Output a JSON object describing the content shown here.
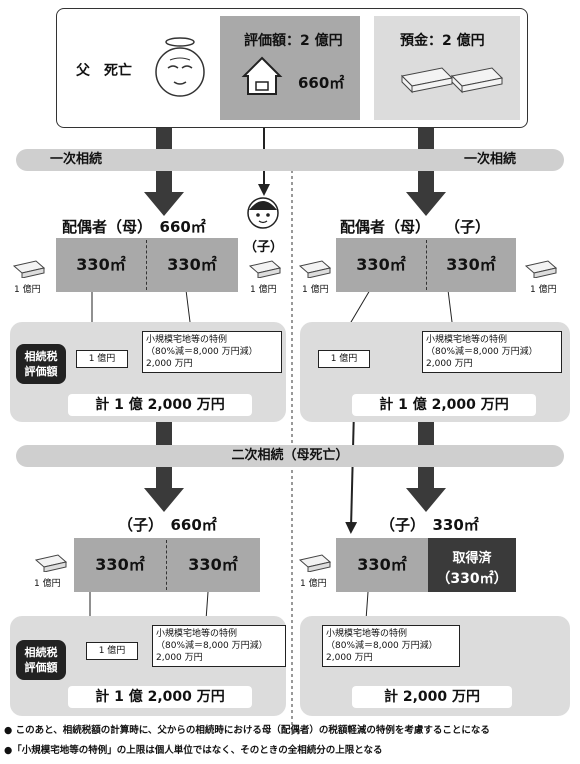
{
  "top": {
    "father_label": "父　死亡",
    "land_label": "評価額：2 億円",
    "land_area": "660㎡",
    "deposit_label": "預金：2 億円"
  },
  "bands": {
    "first_left": "一次相続",
    "first_right": "一次相続",
    "second": "二次相続（母死亡）"
  },
  "first": {
    "left_title": "配偶者（母）　660㎡",
    "child_label": "（子）",
    "right_title": "配偶者（母）　　（子）",
    "cell_left_a": "330㎡",
    "cell_left_b": "330㎡",
    "cell_right_a": "330㎡",
    "cell_right_b": "330㎡",
    "deposit_1": "1 億円",
    "deposit_2": "1 億円",
    "deposit_3": "1 億円",
    "deposit_4": "1 億円",
    "zei_label_1": "相続税",
    "zei_label_2": "評価額",
    "val_left": "1 億円",
    "val_right": "1 億円",
    "tokurei_l1": "小規模宅地等の特例",
    "tokurei_l2": "（80%減＝8,000 万円減）",
    "tokurei_l3": "2,000 万円",
    "tokurei_r1": "小規模宅地等の特例",
    "tokurei_r2": "（80%減＝8,000 万円減）",
    "tokurei_r3": "2,000 万円",
    "total_left": "計 1 億 2,000 万円",
    "total_right": "計 1 億 2,000 万円"
  },
  "second": {
    "left_title": "（子）　660㎡",
    "right_title": "（子）　330㎡",
    "cell_left_a": "330㎡",
    "cell_left_b": "330㎡",
    "cell_right_a": "330㎡",
    "acquired_1": "取得済",
    "acquired_2": "（330㎡）",
    "deposit_left": "1 億円",
    "deposit_right": "1 億円",
    "zei_label_1": "相続税",
    "zei_label_2": "評価額",
    "val_left": "1 億円",
    "tokurei_l1": "小規模宅地等の特例",
    "tokurei_l2": "（80%減＝8,000 万円減）",
    "tokurei_l3": "2,000 万円",
    "tokurei_r1": "小規模宅地等の特例",
    "tokurei_r2": "（80%減＝8,000 万円減）",
    "tokurei_r3": "2,000 万円",
    "total_left": "計 1 億 2,000 万円",
    "total_right": "計 2,000 万円"
  },
  "notes": {
    "n1": "● このあと、相続税額の計算時に、父からの相続時における母（配偶者）の税額軽減の特例を考慮することになる",
    "n2": "●「小規模宅地等の特例」の上限は個人単位ではなく、そのときの全相続分の上限となる"
  },
  "colors": {
    "band": "#cfcfcf",
    "panel": "#dcdcdc",
    "land": "#a9a9a9",
    "acquired": "#3a3a3a"
  }
}
